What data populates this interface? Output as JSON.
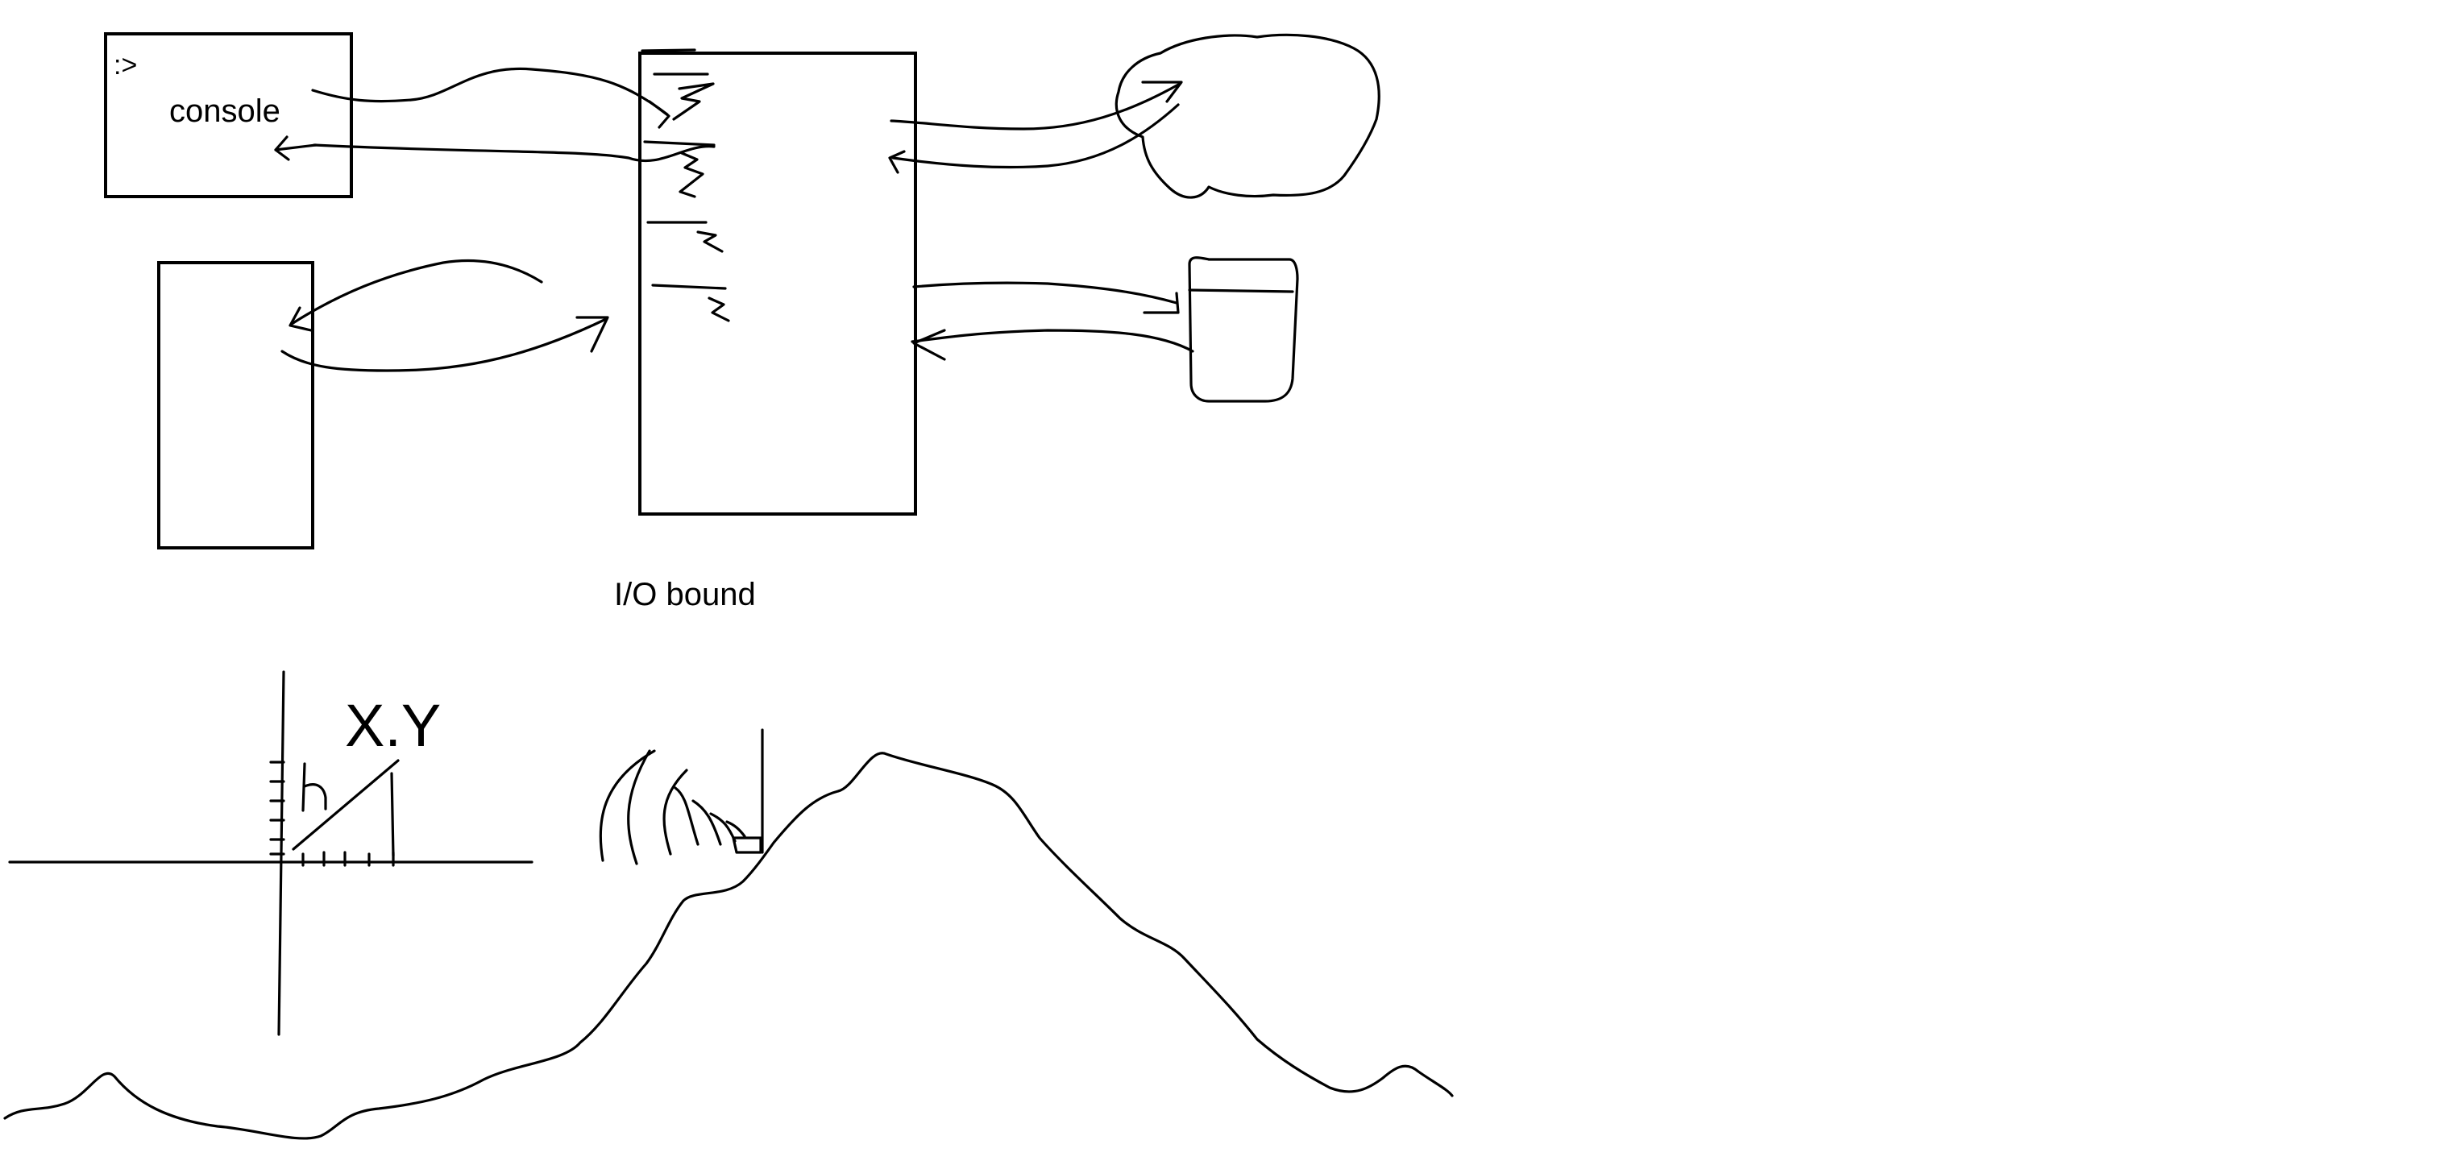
{
  "diagram": {
    "console_box": {
      "prompt": ":>",
      "label": "console"
    },
    "caption": "I/O bound",
    "graph_label": "X.Y"
  },
  "colors": {
    "background": "#ffffff",
    "ink": "#000000"
  }
}
